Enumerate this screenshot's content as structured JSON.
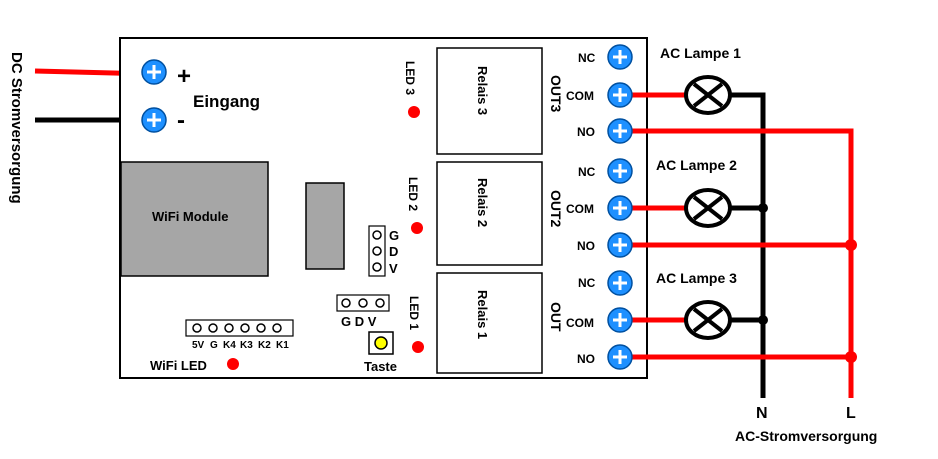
{
  "labels": {
    "dc_supply": "DC Stromversorgung",
    "plus": "+",
    "minus": "-",
    "input": "Eingang",
    "wifi_module": "WiFi Module",
    "wifi_led": "WiFi LED",
    "button": "Taste",
    "ac_supply": "AC-Stromversorgung",
    "n": "N",
    "l": "L"
  },
  "header_pins": [
    "5V",
    "G",
    "K4",
    "K3",
    "K2",
    "K1"
  ],
  "gdv_vertical": [
    "G",
    "D",
    "V"
  ],
  "gdv_horizontal": "G D V",
  "relays": [
    {
      "relay": "Relais 3",
      "led": "LED 3",
      "out": "OUT3",
      "lamp": "AC Lampe 1"
    },
    {
      "relay": "Relais 2",
      "led": "LED 2",
      "out": "OUT2",
      "lamp": "AC Lampe 2"
    },
    {
      "relay": "Relais 1",
      "led": "LED 1",
      "out": "OUT",
      "lamp": "AC Lampe 3"
    }
  ],
  "terminals": [
    "NC",
    "COM",
    "NO"
  ],
  "colors": {
    "live": "#ff0000",
    "neutral": "#000000",
    "terminal": "#1e90ff",
    "module": "#a6a6a6"
  }
}
